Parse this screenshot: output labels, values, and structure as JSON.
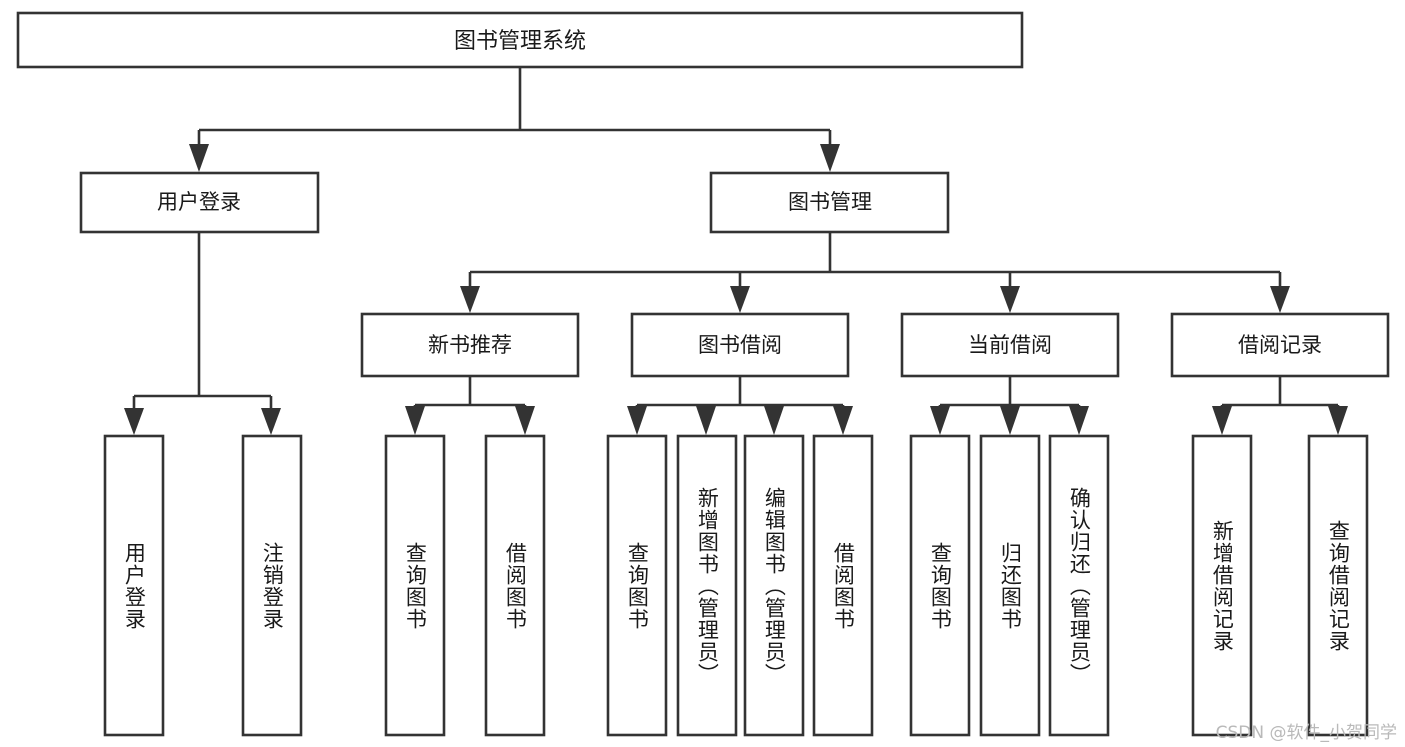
{
  "diagram": {
    "type": "tree",
    "title": "图书管理系统",
    "orientation": "top-down",
    "levels": 4,
    "colors": {
      "box_fill": "#ffffff",
      "box_stroke": "#333333",
      "text": "#1a1a1a",
      "watermark": "#b9b9b9",
      "background": "#ffffff"
    },
    "root": {
      "label": "图书管理系统"
    },
    "level2": [
      {
        "label": "用户登录"
      },
      {
        "label": "图书管理"
      }
    ],
    "level3": [
      {
        "label": "新书推荐"
      },
      {
        "label": "图书借阅"
      },
      {
        "label": "当前借阅"
      },
      {
        "label": "借阅记录"
      }
    ],
    "leaves": {
      "user_login": [
        {
          "label": "用户登录"
        },
        {
          "label": "注销登录"
        }
      ],
      "new_book": [
        {
          "label": "查询图书"
        },
        {
          "label": "借阅图书"
        }
      ],
      "borrow_book": [
        {
          "label": "查询图书"
        },
        {
          "label": "新增图书（管理员）"
        },
        {
          "label": "编辑图书（管理员）"
        },
        {
          "label": "借阅图书"
        }
      ],
      "current_borrow": [
        {
          "label": "查询图书"
        },
        {
          "label": "归还图书"
        },
        {
          "label": "确认归还（管理员）"
        }
      ],
      "borrow_record": [
        {
          "label": "新增借阅记录"
        },
        {
          "label": "查询借阅记录"
        }
      ]
    }
  },
  "watermark": {
    "text": "CSDN @软件_小贺同学"
  }
}
